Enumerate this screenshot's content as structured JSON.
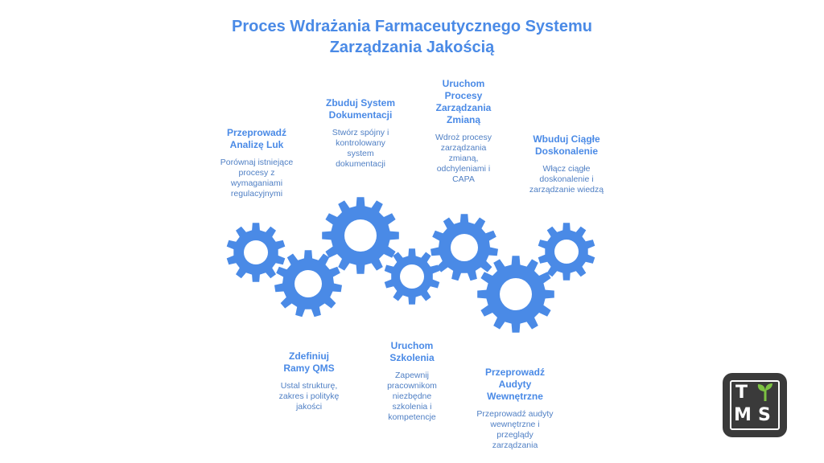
{
  "title_line1": "Proces Wdrażania Farmaceutycznego Systemu",
  "title_line2": "Zarządzania Jakością",
  "steps": [
    {
      "title": "Przeprowadź Analizę Luk",
      "desc": "Porównaj istniejące procesy z wymaganiami regulacyjnymi"
    },
    {
      "title": "Zbuduj System Dokumentacji",
      "desc": "Stwórz spójny i kontrolowany system dokumentacji"
    },
    {
      "title": "Uruchom Procesy Zarządzania Zmianą",
      "desc": "Wdroż procesy zarządzania zmianą, odchyleniami i CAPA"
    },
    {
      "title": "Wbuduj Ciągłe Doskonalenie",
      "desc": "Włącz ciągłe doskonalenie i zarządzanie wiedzą"
    },
    {
      "title": "Zdefiniuj Ramy QMS",
      "desc": "Ustal strukturę, zakres i politykę jakości"
    },
    {
      "title": "Uruchom Szkolenia",
      "desc": "Zapewnij pracownikom niezbędne szkolenia i kompetencje"
    },
    {
      "title": "Przeprowadź Audyty Wewnętrzne",
      "desc": "Przeprowadź audyty wewnętrzne i przeglądy zarządzania"
    }
  ],
  "logo": {
    "t": "T",
    "m": "M",
    "s": "S"
  },
  "colors": {
    "gear": "#4a8ae6",
    "title": "#4a8ae6",
    "logo_bg": "#3a3a3a",
    "sprout": "#7cc242"
  }
}
